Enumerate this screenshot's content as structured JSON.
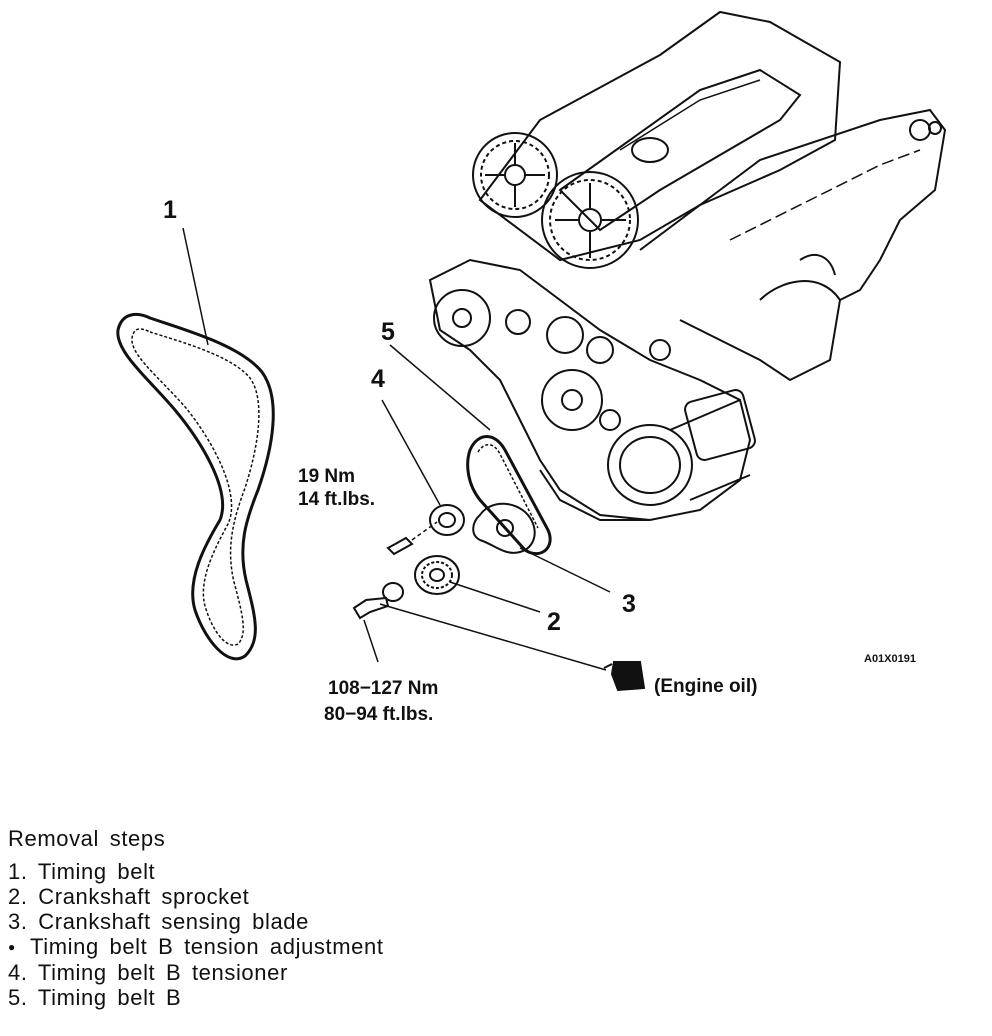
{
  "diagram": {
    "callouts": [
      "1",
      "2",
      "3",
      "4",
      "5"
    ],
    "torque_small": {
      "line1": "19 Nm",
      "line2": "14 ft.lbs."
    },
    "torque_large": {
      "line1": "108−127 Nm",
      "line2": "80−94 ft.lbs."
    },
    "engine_oil": "(Engine oil)",
    "figure_ref": "A01X0191"
  },
  "steps": {
    "heading": "Removal steps",
    "items": [
      {
        "marker": "1.",
        "text": "Timing belt"
      },
      {
        "marker": "2.",
        "text": "Crankshaft sprocket"
      },
      {
        "marker": "3.",
        "text": "Crankshaft sensing blade"
      },
      {
        "marker": "●",
        "text": "Timing belt B tension adjustment"
      },
      {
        "marker": "4.",
        "text": "Timing belt B tensioner"
      },
      {
        "marker": "5.",
        "text": "Timing belt B"
      }
    ]
  }
}
